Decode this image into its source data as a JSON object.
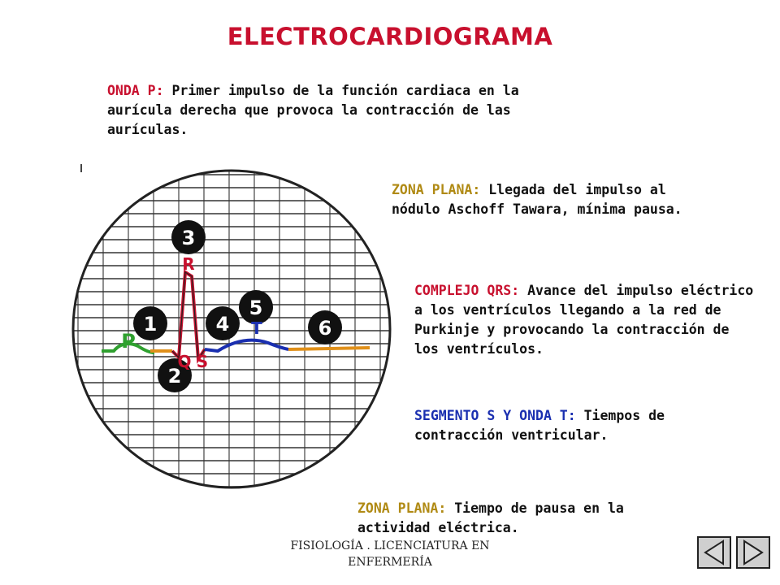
{
  "title": "ELECTROCARDIOGRAMA",
  "sections": {
    "onda_p": {
      "label": "ONDA P:",
      "text": " Primer impulso de la función cardiaca en la aurícula derecha que provoca la contracción de las aurículas."
    },
    "zona_plana_1": {
      "label": "ZONA PLANA:",
      "text": " Llegada del impulso al nódulo Aschoff Tawara, mínima pausa."
    },
    "complejo_qrs": {
      "label": "COMPLEJO QRS:",
      "text": " Avance del impulso eléctrico a los ventrículos llegando a la red de Purkinje y provocando la contracción de los ventrículos."
    },
    "segmento_st": {
      "label": "SEGMENTO S Y ONDA T:",
      "text": " Tiempos de contracción ventricular."
    },
    "zona_plana_2": {
      "label": "ZONA PLANA:",
      "text": " Tiempo de pausa en la actividad eléctrica."
    }
  },
  "diagram": {
    "wave_labels": {
      "p": "P",
      "q": "Q",
      "r": "R",
      "s": "S",
      "t": "T"
    },
    "markers": [
      "1",
      "2",
      "3",
      "4",
      "5",
      "6"
    ],
    "colors": {
      "p_wave": "#2fa02f",
      "qrs": "#c8102e",
      "t_wave": "#1a2fb0",
      "flat": "#e0901a",
      "label_red": "#c8102e"
    }
  },
  "footer": {
    "line1": "FISIOLOGÍA . LICENCIATURA EN",
    "line2": "ENFERMERÍA"
  },
  "nav": {
    "prev_icon": "triangle-left-icon",
    "next_icon": "triangle-right-icon"
  }
}
